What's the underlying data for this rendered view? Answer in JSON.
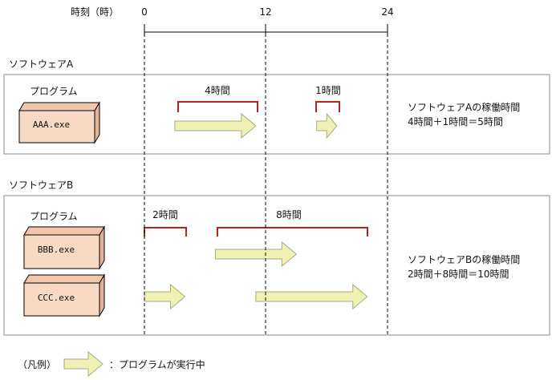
{
  "axis": {
    "title": "時刻（時）",
    "ticks": [
      {
        "label": "0"
      },
      {
        "label": "12"
      },
      {
        "label": "24"
      }
    ]
  },
  "software_a": {
    "title": "ソフトウェアA",
    "program_heading": "プログラム",
    "programs": [
      {
        "name": "AAA.exe",
        "runs": [
          {
            "start": 3,
            "end": 11,
            "bracket": "4時間"
          },
          {
            "start": 17,
            "end": 19,
            "bracket": "1時間"
          }
        ]
      }
    ],
    "summary_title": "ソフトウェアAの稼働時間",
    "summary_formula": "4時間＋1時間＝5時間"
  },
  "software_b": {
    "title": "ソフトウェアB",
    "program_heading": "プログラム",
    "programs": [
      {
        "name": "BBB.exe",
        "runs": [
          {
            "start": 7,
            "end": 15
          }
        ]
      },
      {
        "name": "CCC.exe",
        "runs": [
          {
            "start": 0,
            "end": 4
          },
          {
            "start": 11,
            "end": 22
          }
        ]
      }
    ],
    "brackets": [
      {
        "start": 0,
        "end": 4,
        "label": "2時間"
      },
      {
        "start": 7,
        "end": 22,
        "label": "8時間"
      }
    ],
    "summary_title": "ソフトウェアBの稼働時間",
    "summary_formula": "2時間＋8時間＝10時間"
  },
  "legend": {
    "label": "（凡例）",
    "description": "：プログラムが実行中"
  },
  "colors": {
    "arrow_fill": "#eef0b4",
    "arrow_stroke": "#a8ab80",
    "bracket": "#b22222",
    "box_front": "#f8d9c4",
    "box_side": "#e2b49a",
    "box_top": "#f1c6ab",
    "panel_stroke": "#8a8a8a",
    "line": "#000000"
  }
}
